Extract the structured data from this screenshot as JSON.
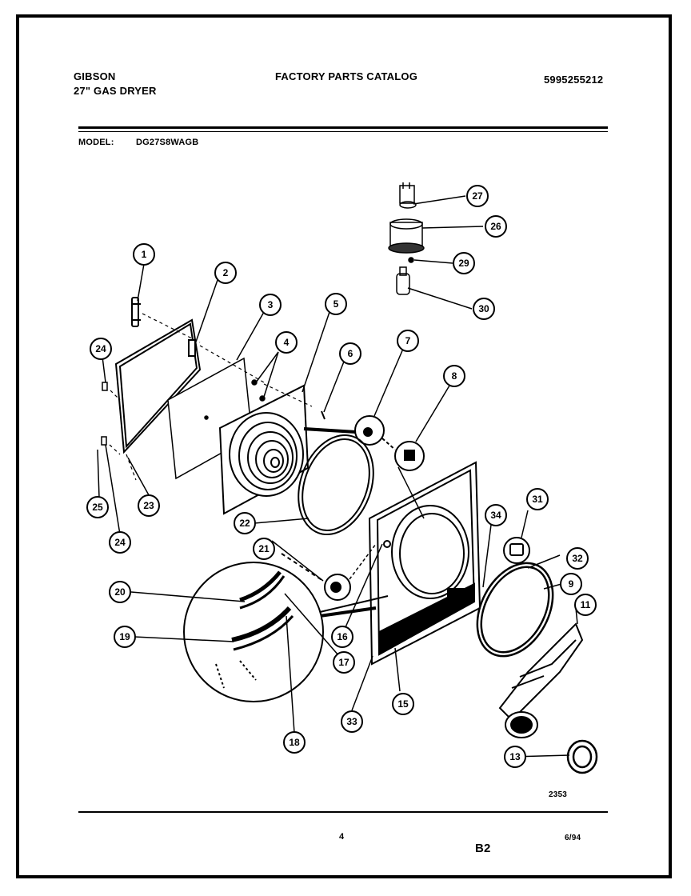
{
  "header": {
    "brand": "GIBSON",
    "product": "27\" GAS DRYER",
    "catalog_title": "FACTORY PARTS CATALOG",
    "catalog_number": "5995255212",
    "model_label": "MODEL:",
    "model_value": "DG27S8WAGB"
  },
  "footer": {
    "page_number": "4",
    "section": "B2",
    "date": "6/94",
    "drawing_number": "2353"
  },
  "callouts": [
    "1",
    "2",
    "3",
    "4",
    "5",
    "6",
    "7",
    "8",
    "9",
    "11",
    "13",
    "15",
    "16",
    "17",
    "18",
    "19",
    "20",
    "21",
    "22",
    "23",
    "24",
    "24",
    "25",
    "26",
    "27",
    "29",
    "30",
    "31",
    "32",
    "33",
    "34"
  ]
}
